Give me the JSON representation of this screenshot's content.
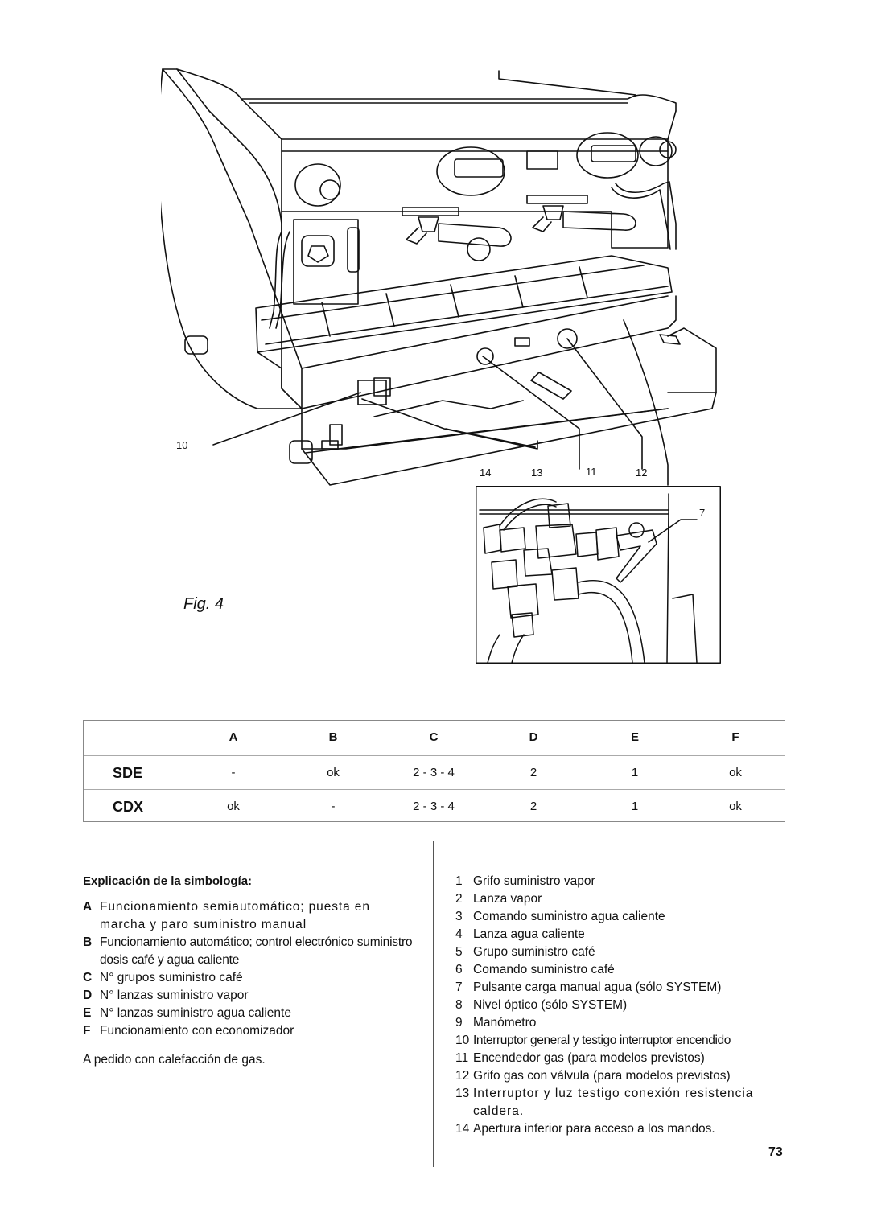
{
  "figure": {
    "caption": "Fig. 4",
    "callouts": [
      "10",
      "14",
      "13",
      "11",
      "12",
      "7"
    ]
  },
  "table": {
    "headers": [
      "",
      "A",
      "B",
      "C",
      "D",
      "E",
      "F"
    ],
    "rows": [
      {
        "model": "SDE",
        "cells": [
          "-",
          "ok",
          "2 - 3 - 4",
          "2",
          "1",
          "ok"
        ]
      },
      {
        "model": "CDX",
        "cells": [
          "ok",
          "-",
          "2 - 3 - 4",
          "2",
          "1",
          "ok"
        ]
      }
    ]
  },
  "symbology": {
    "title": "Explicación de la simbología:",
    "items": [
      {
        "letter": "A",
        "text": "Funcionamiento semiautomático; puesta en marcha  y paro suministro manual"
      },
      {
        "letter": "B",
        "text": "Funcionamiento automático; control electrónico suministro dosis café y agua caliente"
      },
      {
        "letter": "C",
        "text": "N° grupos suministro café"
      },
      {
        "letter": "D",
        "text": "N° lanzas suministro vapor"
      },
      {
        "letter": "E",
        "text": "N° lanzas suministro agua caliente"
      },
      {
        "letter": "F",
        "text": "Funcionamiento con economizador"
      }
    ],
    "note": "A pedido con calefacción de gas."
  },
  "parts": [
    {
      "n": "1",
      "text": "Grifo suministro vapor"
    },
    {
      "n": "2",
      "text": "Lanza vapor"
    },
    {
      "n": "3",
      "text": "Comando suministro agua caliente"
    },
    {
      "n": "4",
      "text": "Lanza agua caliente"
    },
    {
      "n": "5",
      "text": "Grupo suministro café"
    },
    {
      "n": "6",
      "text": "Comando suministro café"
    },
    {
      "n": "7",
      "text": "Pulsante carga manual agua (sólo SYSTEM)"
    },
    {
      "n": "8",
      "text": "Nivel óptico (sólo SYSTEM)"
    },
    {
      "n": "9",
      "text": "Manómetro"
    },
    {
      "n": "10",
      "text": "Interruptor general y testigo interruptor encendido"
    },
    {
      "n": "11",
      "text": "Encendedor gas (para modelos previstos)"
    },
    {
      "n": "12",
      "text": "Grifo gas con válvula (para modelos previstos)"
    },
    {
      "n": "13",
      "text": "Interruptor y luz testigo conexión resistencia caldera."
    },
    {
      "n": "14",
      "text": "Apertura inferior para acceso a los mandos."
    }
  ],
  "page_number": "73"
}
